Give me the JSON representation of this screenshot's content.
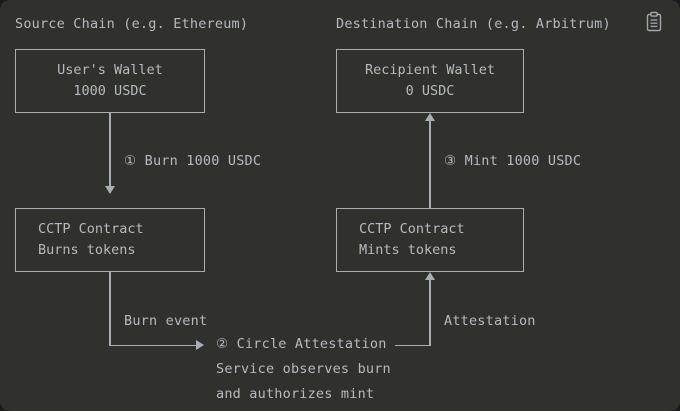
{
  "diagram": {
    "title_left": "Source Chain (e.g. Ethereum)",
    "title_right": "Destination Chain (e.g. Arbitrum)",
    "copy_icon": "clipboard-icon",
    "colors": {
      "background": "#30312c",
      "text": "#b6bac0",
      "stroke": "#a9aeb4"
    },
    "boxes": {
      "source_wallet": {
        "line1": "User's Wallet",
        "line2": "1000 USDC"
      },
      "destination_wallet": {
        "line1": "Recipient Wallet",
        "line2": "0 USDC"
      },
      "source_contract": {
        "line1": "CCTP Contract",
        "line2": "Burns tokens"
      },
      "destination_contract": {
        "line1": "CCTP Contract",
        "line2": "Mints tokens"
      }
    },
    "edges": {
      "burn_step": "① Burn 1000 USDC",
      "mint_step": "③ Mint 1000 USDC",
      "burn_event": "Burn event",
      "attestation": "Attestation"
    },
    "attestation_note": {
      "line1": "② Circle Attestation",
      "line2": "Service observes burn",
      "line3": "and authorizes mint"
    }
  }
}
